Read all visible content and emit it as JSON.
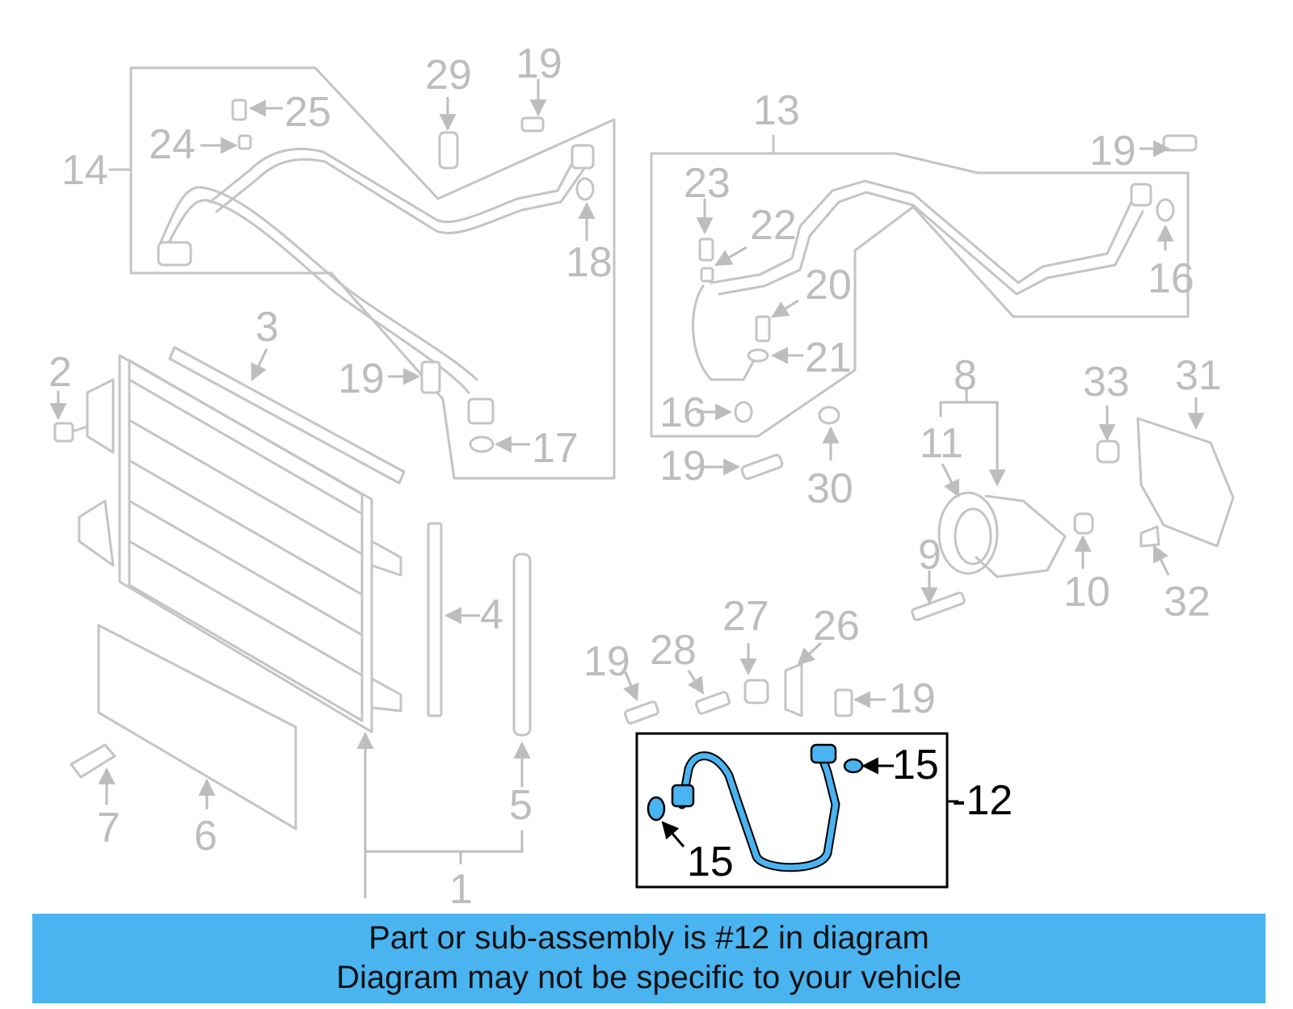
{
  "callouts": {
    "c1": "1",
    "c2": "2",
    "c3": "3",
    "c4": "4",
    "c5": "5",
    "c6": "6",
    "c7": "7",
    "c8": "8",
    "c9": "9",
    "c10": "10",
    "c11": "11",
    "c12": "-12",
    "c13": "13",
    "c14": "14",
    "c15a": "15",
    "c15b": "15",
    "c16a": "16",
    "c16b": "16",
    "c17": "17",
    "c18": "18",
    "c19a": "19",
    "c19b": "19",
    "c19c": "19",
    "c19d": "19",
    "c19e": "19",
    "c19f": "19",
    "c20": "20",
    "c21": "21",
    "c22": "22",
    "c23": "23",
    "c24": "24",
    "c25": "25",
    "c26": "26",
    "c27": "27",
    "c28": "28",
    "c29": "29",
    "c30": "30",
    "c31": "31",
    "c32": "32",
    "c33": "33"
  },
  "banner": {
    "line1": "Part or sub-assembly is #12 in diagram",
    "line2": "Diagram may not be specific to your vehicle"
  },
  "colors": {
    "highlight_part": "#4ab4f0",
    "banner_background": "#4ab4f0",
    "inactive_parts": "#c4c4c4"
  }
}
